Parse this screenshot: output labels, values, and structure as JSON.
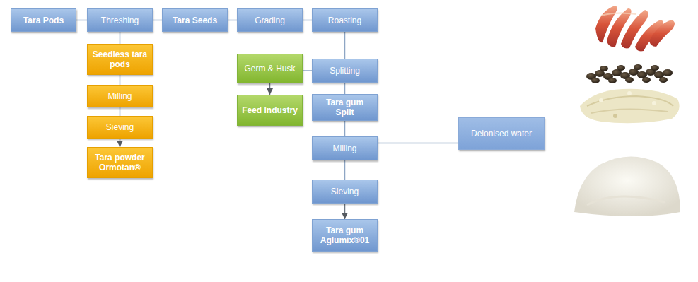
{
  "diagram": {
    "nodes": [
      {
        "text": [
          "Tara Pods"
        ]
      },
      {
        "text": [
          "Threshing"
        ]
      },
      {
        "text": [
          "Tara Seeds"
        ]
      },
      {
        "text": [
          "Grading"
        ]
      },
      {
        "text": [
          "Roasting"
        ]
      },
      {
        "text": [
          "Seedless tara pods"
        ]
      },
      {
        "text": [
          "Milling"
        ]
      },
      {
        "text": [
          "Sieving"
        ]
      },
      {
        "text": [
          "Tara powder Ormotan®"
        ]
      },
      {
        "text": [
          "Germ & Husk"
        ]
      },
      {
        "text": [
          "Feed Industry"
        ]
      },
      {
        "text": [
          "Splitting"
        ]
      },
      {
        "text": [
          "Tara gum Spilt"
        ]
      },
      {
        "text": [
          "Deionised water"
        ]
      },
      {
        "text": [
          "Milling"
        ]
      },
      {
        "text": [
          "Sieving"
        ]
      },
      {
        "text": [
          "Tara gum Aglumix®01"
        ]
      }
    ],
    "edges": [
      {
        "from": 0,
        "to": 1,
        "arrow": "none"
      },
      {
        "from": 1,
        "to": 2,
        "arrow": "none"
      },
      {
        "from": 2,
        "to": 3,
        "arrow": "none"
      },
      {
        "from": 3,
        "to": 4,
        "arrow": "none"
      },
      {
        "from": 1,
        "to": 5,
        "arrow": "none"
      },
      {
        "from": 5,
        "to": 6,
        "arrow": "none"
      },
      {
        "from": 6,
        "to": 7,
        "arrow": "none"
      },
      {
        "from": 7,
        "to": 8,
        "arrow": "to"
      },
      {
        "from": 4,
        "to": 11,
        "arrow": "none"
      },
      {
        "from": 11,
        "to": 9,
        "arrow": "none"
      },
      {
        "from": 9,
        "to": 10,
        "arrow": "to"
      },
      {
        "from": 11,
        "to": 12,
        "arrow": "none"
      },
      {
        "from": 12,
        "to": 14,
        "arrow": "none"
      },
      {
        "from": 13,
        "to": 14,
        "arrow": "none"
      },
      {
        "from": 14,
        "to": 15,
        "arrow": "none"
      },
      {
        "from": 15,
        "to": 16,
        "arrow": "to"
      }
    ]
  }
}
